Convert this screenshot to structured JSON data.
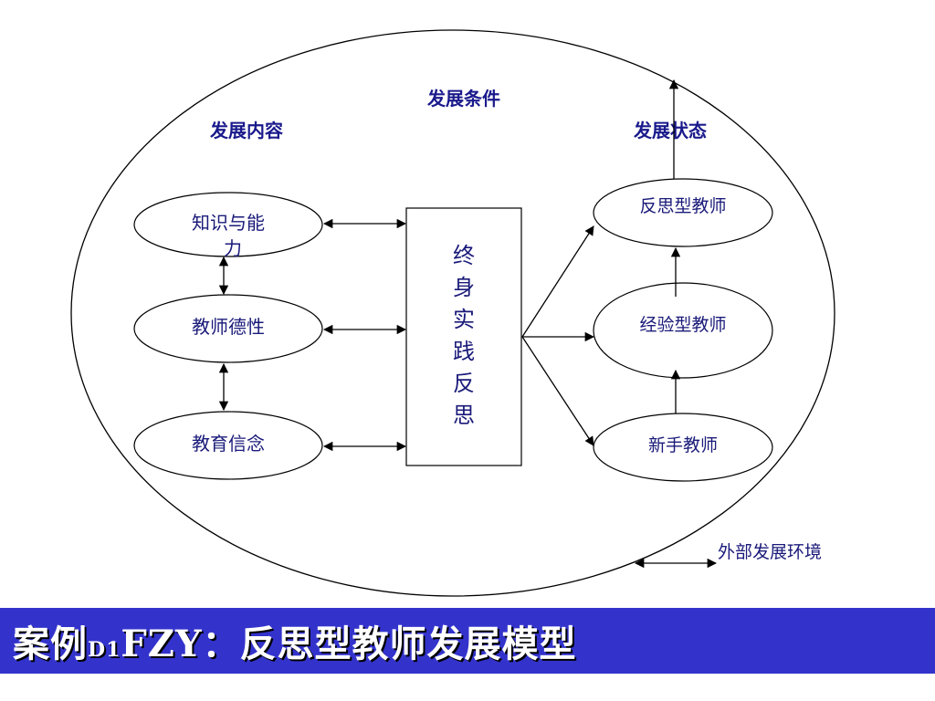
{
  "headings": {
    "conditions": "发展条件",
    "content": "发展内容",
    "state": "发展状态"
  },
  "content_nodes": {
    "knowledge_line1": "知识与能",
    "knowledge_line2": "力",
    "ethics": "教师德性",
    "belief": "教育信念"
  },
  "center_box_chars": [
    "终",
    "身",
    "实",
    "践",
    "反",
    "思"
  ],
  "state_nodes": {
    "reflective": "反思型教师",
    "experienced": "经验型教师",
    "novice": "新手教师"
  },
  "environment_label": "外部发展环境",
  "title": {
    "prefix": "案例",
    "code_small": "D1",
    "code": "FZY",
    "rest": "：反思型教师发展模型"
  },
  "colors": {
    "title_bar": "#3333cc",
    "text": "#1a1a7a"
  }
}
